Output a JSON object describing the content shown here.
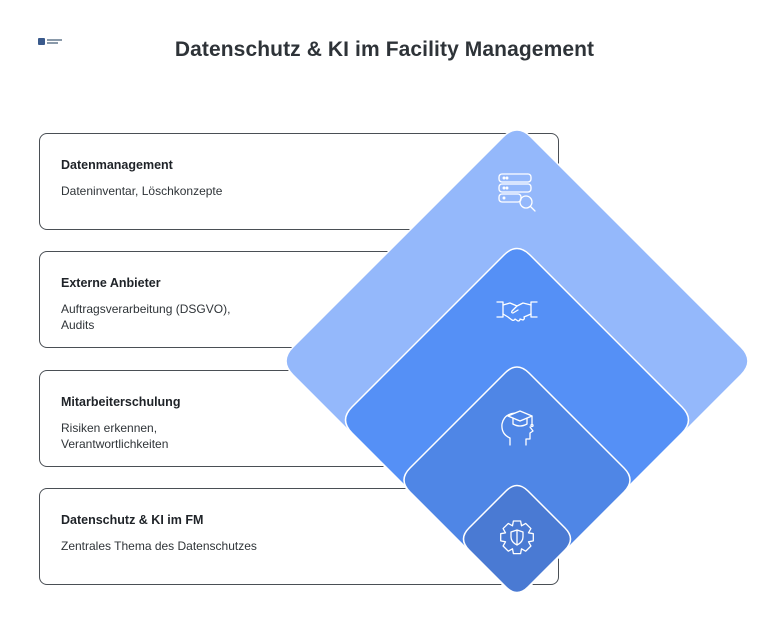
{
  "title": "Datenschutz & KI im Facility Management",
  "colors": {
    "layer1": "#94b8fb",
    "layer2": "#5590f6",
    "layer3": "#4f86e6",
    "layer4": "#4a7ad3",
    "stroke": "#ffffff",
    "card_border": "#4a4f55"
  },
  "items": [
    {
      "title": "Datenmanagement",
      "description": "Dateninventar, Löschkonzepte",
      "icon": "database-search-icon"
    },
    {
      "title": "Externe Anbieter",
      "description": "Auftragsverarbeitung (DSGVO), Audits",
      "icon": "handshake-icon"
    },
    {
      "title": "Mitarbeiterschulung",
      "description": "Risiken erkennen, Verantwortlichkeiten",
      "icon": "graduate-head-icon"
    },
    {
      "title": "Datenschutz & KI im FM",
      "description": "Zentrales Thema des Datenschutzes",
      "icon": "gear-shield-icon"
    }
  ]
}
